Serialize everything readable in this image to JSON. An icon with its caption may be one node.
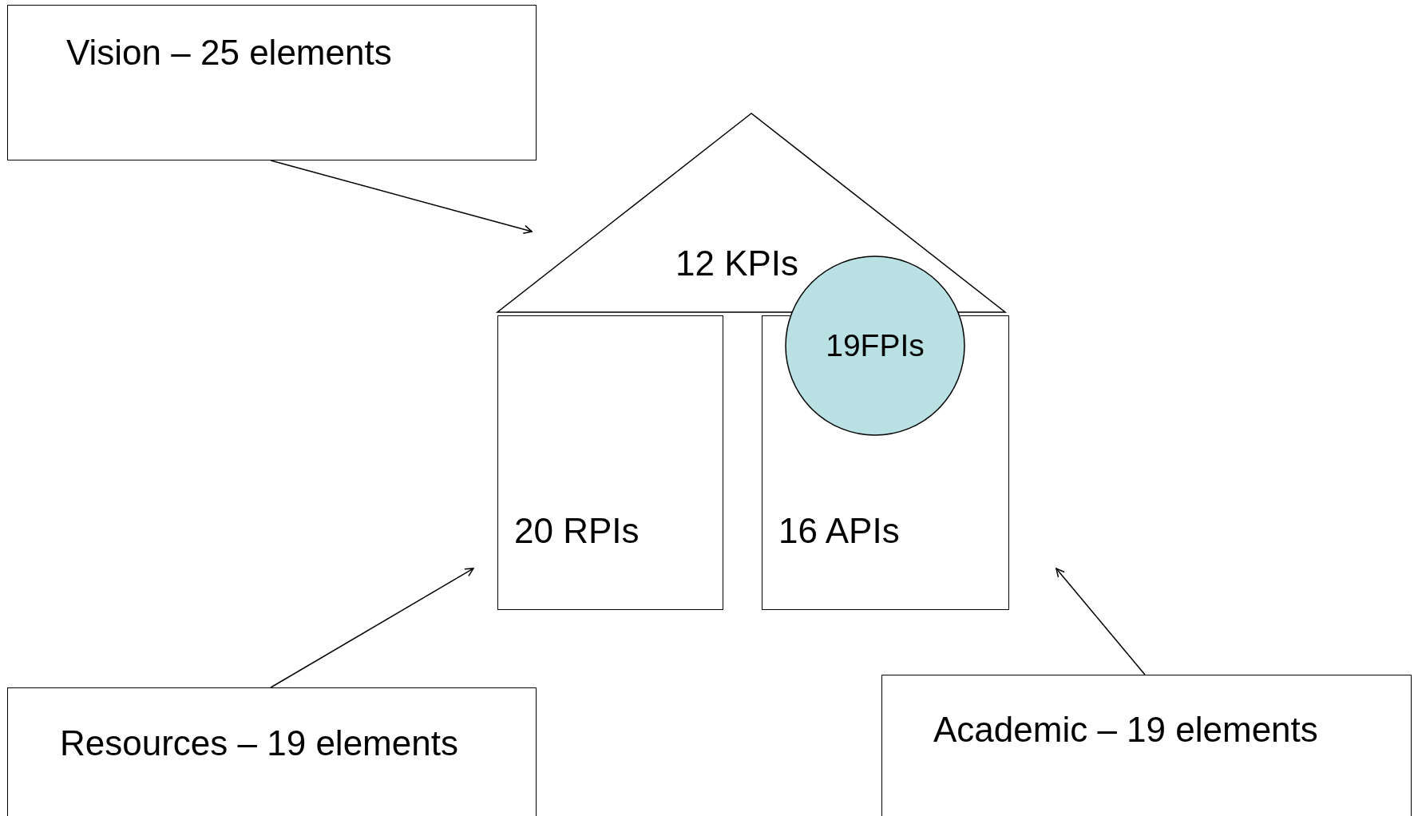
{
  "diagram": {
    "nodes": [
      {
        "text": [
          "Vision – 25 elements"
        ]
      },
      {
        "text": [
          "12 KPIs"
        ]
      },
      {
        "text": [
          "19FPIs"
        ]
      },
      {
        "text": [
          "20 RPIs"
        ]
      },
      {
        "text": [
          "16 APIs"
        ]
      },
      {
        "text": [
          "Resources – 19 elements"
        ]
      },
      {
        "text": [
          "Academic – 19 elements"
        ]
      }
    ],
    "edges": [
      {
        "from": 0,
        "to": 1,
        "arrow": "to"
      },
      {
        "from": 5,
        "to": 3,
        "arrow": "to"
      },
      {
        "from": 6,
        "to": 4,
        "arrow": "to"
      }
    ]
  }
}
